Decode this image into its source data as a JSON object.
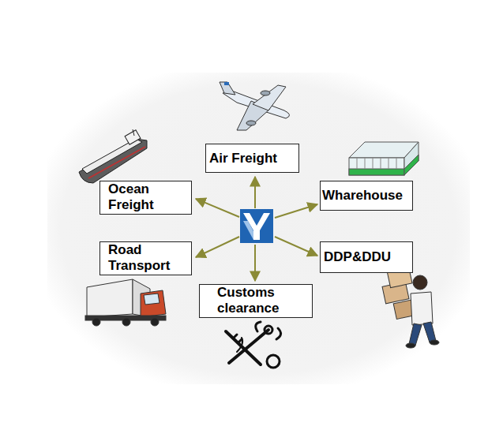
{
  "diagram": {
    "nodes": [
      {
        "text": [
          "Air Freight"
        ]
      },
      {
        "text": [
          "Ocean Freight"
        ]
      },
      {
        "text": [
          "Wharehouse"
        ]
      },
      {
        "text": [
          "Road Transport"
        ]
      },
      {
        "text": [
          "DDP&DDU"
        ]
      },
      {
        "text": [
          "Customs clearance"
        ]
      }
    ]
  }
}
